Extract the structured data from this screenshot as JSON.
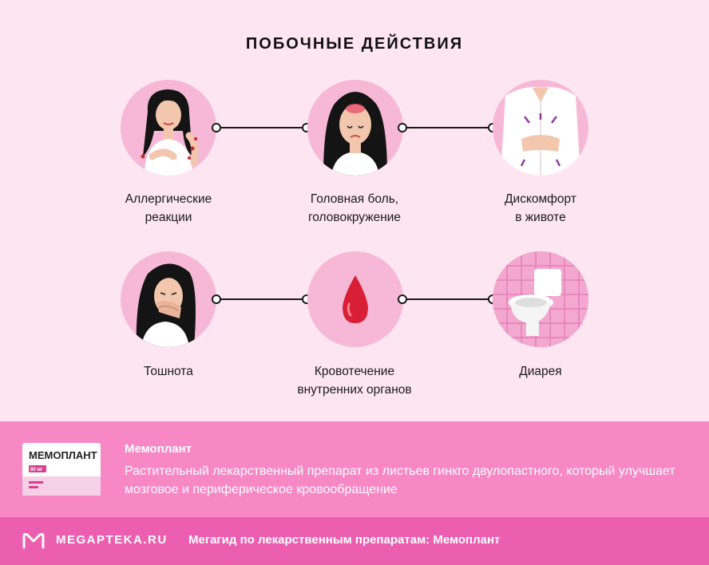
{
  "title": "ПОБОЧНЫЕ ДЕЙСТВИЯ",
  "effects": [
    {
      "line1": "Аллергические",
      "line2": "реакции",
      "icon": "allergy-woman-icon"
    },
    {
      "line1": "Головная боль,",
      "line2": "головокружение",
      "icon": "headache-woman-icon"
    },
    {
      "line1": "Дискомфорт",
      "line2": "в животе",
      "icon": "stomach-pain-icon"
    },
    {
      "line1": "Тошнота",
      "line2": "",
      "icon": "nausea-woman-icon"
    },
    {
      "line1": "Кровотечение",
      "line2": "внутренних органов",
      "icon": "blood-drop-icon"
    },
    {
      "line1": "Диарея",
      "line2": "",
      "icon": "toilet-icon"
    }
  ],
  "promo": {
    "product": "Мемоплант",
    "description": "Растительный лекарственный препарат из листьев гинкго двулопастного, который улучшает мозговое и периферическое кровообращение",
    "pack_name": "МЕМОПЛАНТ",
    "pack_dose": "80 мг"
  },
  "footer": {
    "brand": "MEGAPTEKA.RU",
    "tagline": "Мегагид по лекарственным препаратам: Мемоплант"
  },
  "colors": {
    "background": "#fde6f2",
    "circle": "#f6b8d6",
    "promo": "#f887c5",
    "footer": "#ec5fb0",
    "drop": "#d81f36"
  }
}
